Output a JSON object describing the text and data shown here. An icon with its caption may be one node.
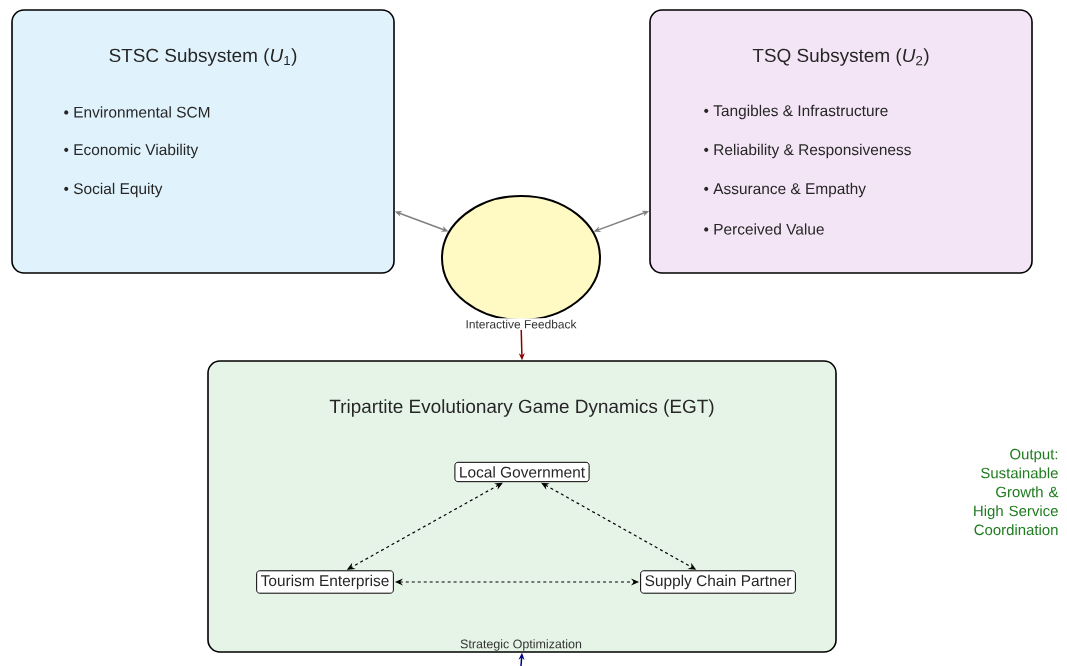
{
  "diagram": {
    "nodes": [
      {
        "text": [
          "STSC Subsystem (*U*$_{1}$)",
          "• Environmental SCM",
          "• Economic Viability",
          "• Social Equity"
        ]
      },
      {
        "text": [
          "TSQ Subsystem (*U*$_{2}$)",
          "• Tangibles & Infrastructure",
          "• Reliability & Responsiveness",
          "• Assurance & Empathy",
          "• Perceived Value"
        ]
      },
      {
        "text": [],
        "shape": "circle"
      },
      {
        "text": [
          "Tripartite Evolutionary Game Dynamics (EGT)"
        ]
      },
      {
        "text": [
          "Local Government"
        ],
        "in": 3
      },
      {
        "text": [
          "Tourism Enterprise"
        ],
        "in": 3
      },
      {
        "text": [
          "Supply Chain Partner"
        ],
        "in": 3
      }
    ],
    "edges": [
      {
        "from": 0,
        "to": 2,
        "arrow": "both",
        "color": "#808080"
      },
      {
        "from": 1,
        "to": 2,
        "arrow": "both",
        "color": "#808080"
      },
      {
        "from": 2,
        "to": 3,
        "arrow": "to",
        "color": "#8b0000",
        "label": "Interactive Feedback"
      },
      {
        "from": 4,
        "to": 5,
        "arrow": "both",
        "style": "dashed"
      },
      {
        "from": 4,
        "to": 6,
        "arrow": "both",
        "style": "dashed"
      },
      {
        "from": 5,
        "to": 6,
        "arrow": "both",
        "style": "dashed"
      },
      {
        "from": null,
        "to": 3,
        "arrow": "to",
        "color": "#00008b"
      }
    ],
    "labels": [
      "Strategic Optimization",
      "Output: Sustainable Growth & High Service Coordination"
    ]
  }
}
